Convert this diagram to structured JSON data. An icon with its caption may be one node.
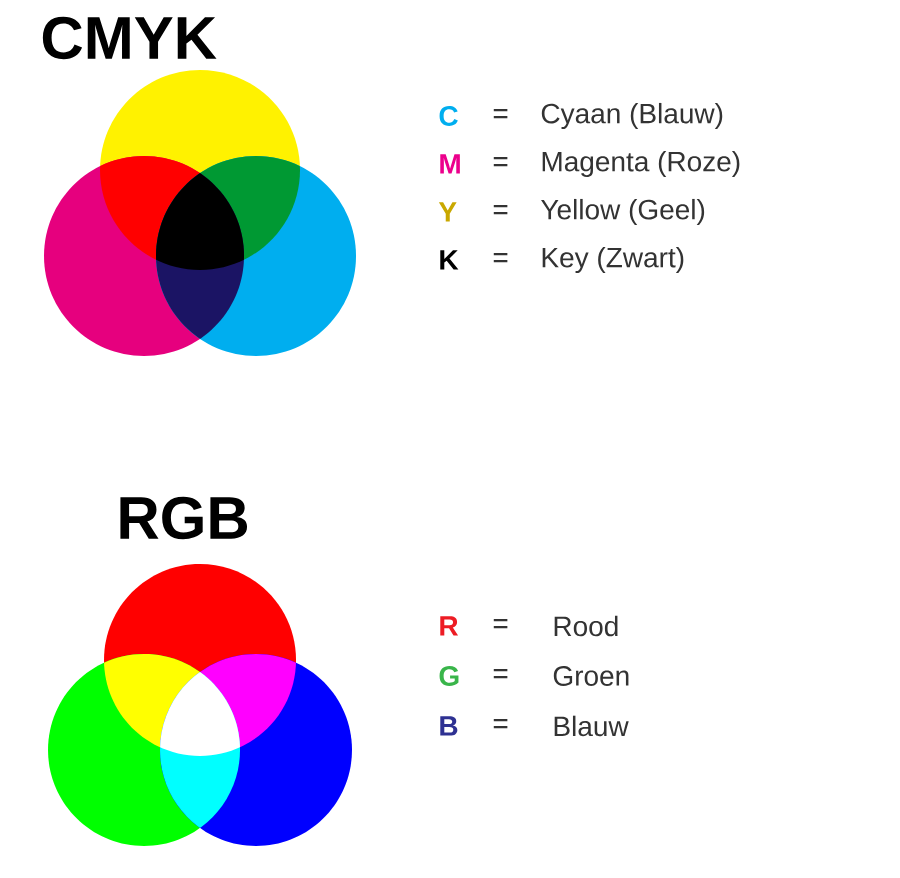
{
  "diagram": {
    "labels": [
      "CMYK",
      "C",
      "=",
      "Cyaan (Blauw)",
      "M",
      "=",
      "Magenta (Roze)",
      "Y",
      "=",
      "Yellow (Geel)",
      "K",
      "=",
      "Key (Zwart)",
      "RGB",
      "R",
      "=",
      "Rood",
      "G",
      "=",
      "Groen",
      "B",
      "=",
      "Blauw"
    ]
  }
}
